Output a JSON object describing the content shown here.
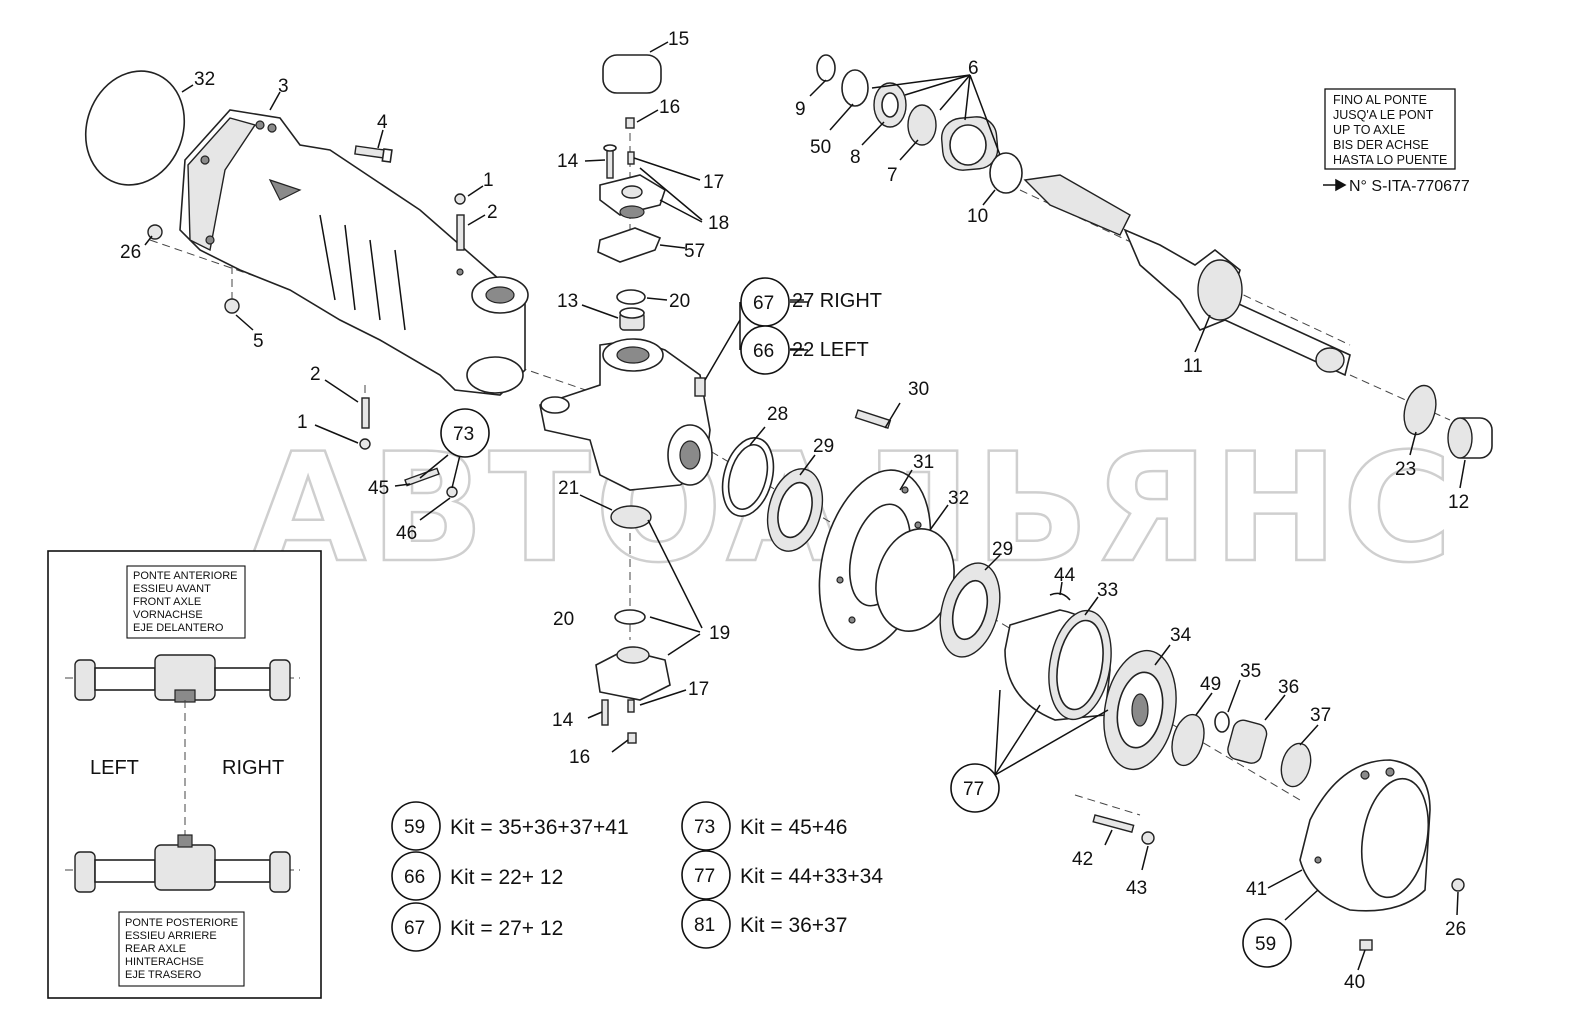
{
  "watermark": "АВТОАЛЬЯНС",
  "callouts": {
    "n1a": "1",
    "n1b": "1",
    "n2a": "2",
    "n2b": "2",
    "n3": "3",
    "n4": "4",
    "n5": "5",
    "n6": "6",
    "n7": "7",
    "n8": "8",
    "n9": "9",
    "n10": "10",
    "n11": "11",
    "n12": "12",
    "n13": "13",
    "n14a": "14",
    "n14b": "14",
    "n15": "15",
    "n16a": "16",
    "n16b": "16",
    "n17a": "17",
    "n17b": "17",
    "n18": "18",
    "n19": "19",
    "n20a": "20",
    "n20b": "20",
    "n21": "21",
    "n23": "23",
    "n26a": "26",
    "n26b": "26",
    "n28": "28",
    "n29a": "29",
    "n29b": "29",
    "n30": "30",
    "n31": "31",
    "n32a": "32",
    "n32b": "32",
    "n33": "33",
    "n34": "34",
    "n35": "35",
    "n36": "36",
    "n37": "37",
    "n40": "40",
    "n41": "41",
    "n42": "42",
    "n43": "43",
    "n44": "44",
    "n45": "45",
    "n46": "46",
    "n49": "49",
    "n50": "50",
    "n57": "57"
  },
  "circled": {
    "c67": "67",
    "c66": "66",
    "c73": "73",
    "c77": "77",
    "c59": "59",
    "k59": "59",
    "k66": "66",
    "k67": "67",
    "k73": "73",
    "k77": "77",
    "k81": "81"
  },
  "side_labels": {
    "right_text": "27  RIGHT",
    "left_text": "22  LEFT"
  },
  "kits": {
    "k59": "Kit = 35+36+37+41",
    "k66": "Kit = 22+ 12",
    "k67": "Kit = 27+ 12",
    "k73": "Kit = 45+46",
    "k77": "Kit = 44+33+34",
    "k81": "Kit = 36+37"
  },
  "axle_note": {
    "lines": [
      "FINO AL PONTE",
      "JUSQ'A LE PONT",
      "UP TO AXLE",
      "BIS DER ACHSE",
      "HASTA LO PUENTE"
    ],
    "serial": "N° S-ITA-770677"
  },
  "inset": {
    "front_lines": [
      "PONTE ANTERIORE",
      "ESSIEU AVANT",
      "FRONT AXLE",
      "VORNACHSE",
      "EJE DELANTERO"
    ],
    "rear_lines": [
      "PONTE POSTERIORE",
      "ESSIEU ARRIERE",
      "REAR AXLE",
      "HINTERACHSE",
      "EJE TRASERO"
    ],
    "left": "LEFT",
    "right": "RIGHT"
  }
}
